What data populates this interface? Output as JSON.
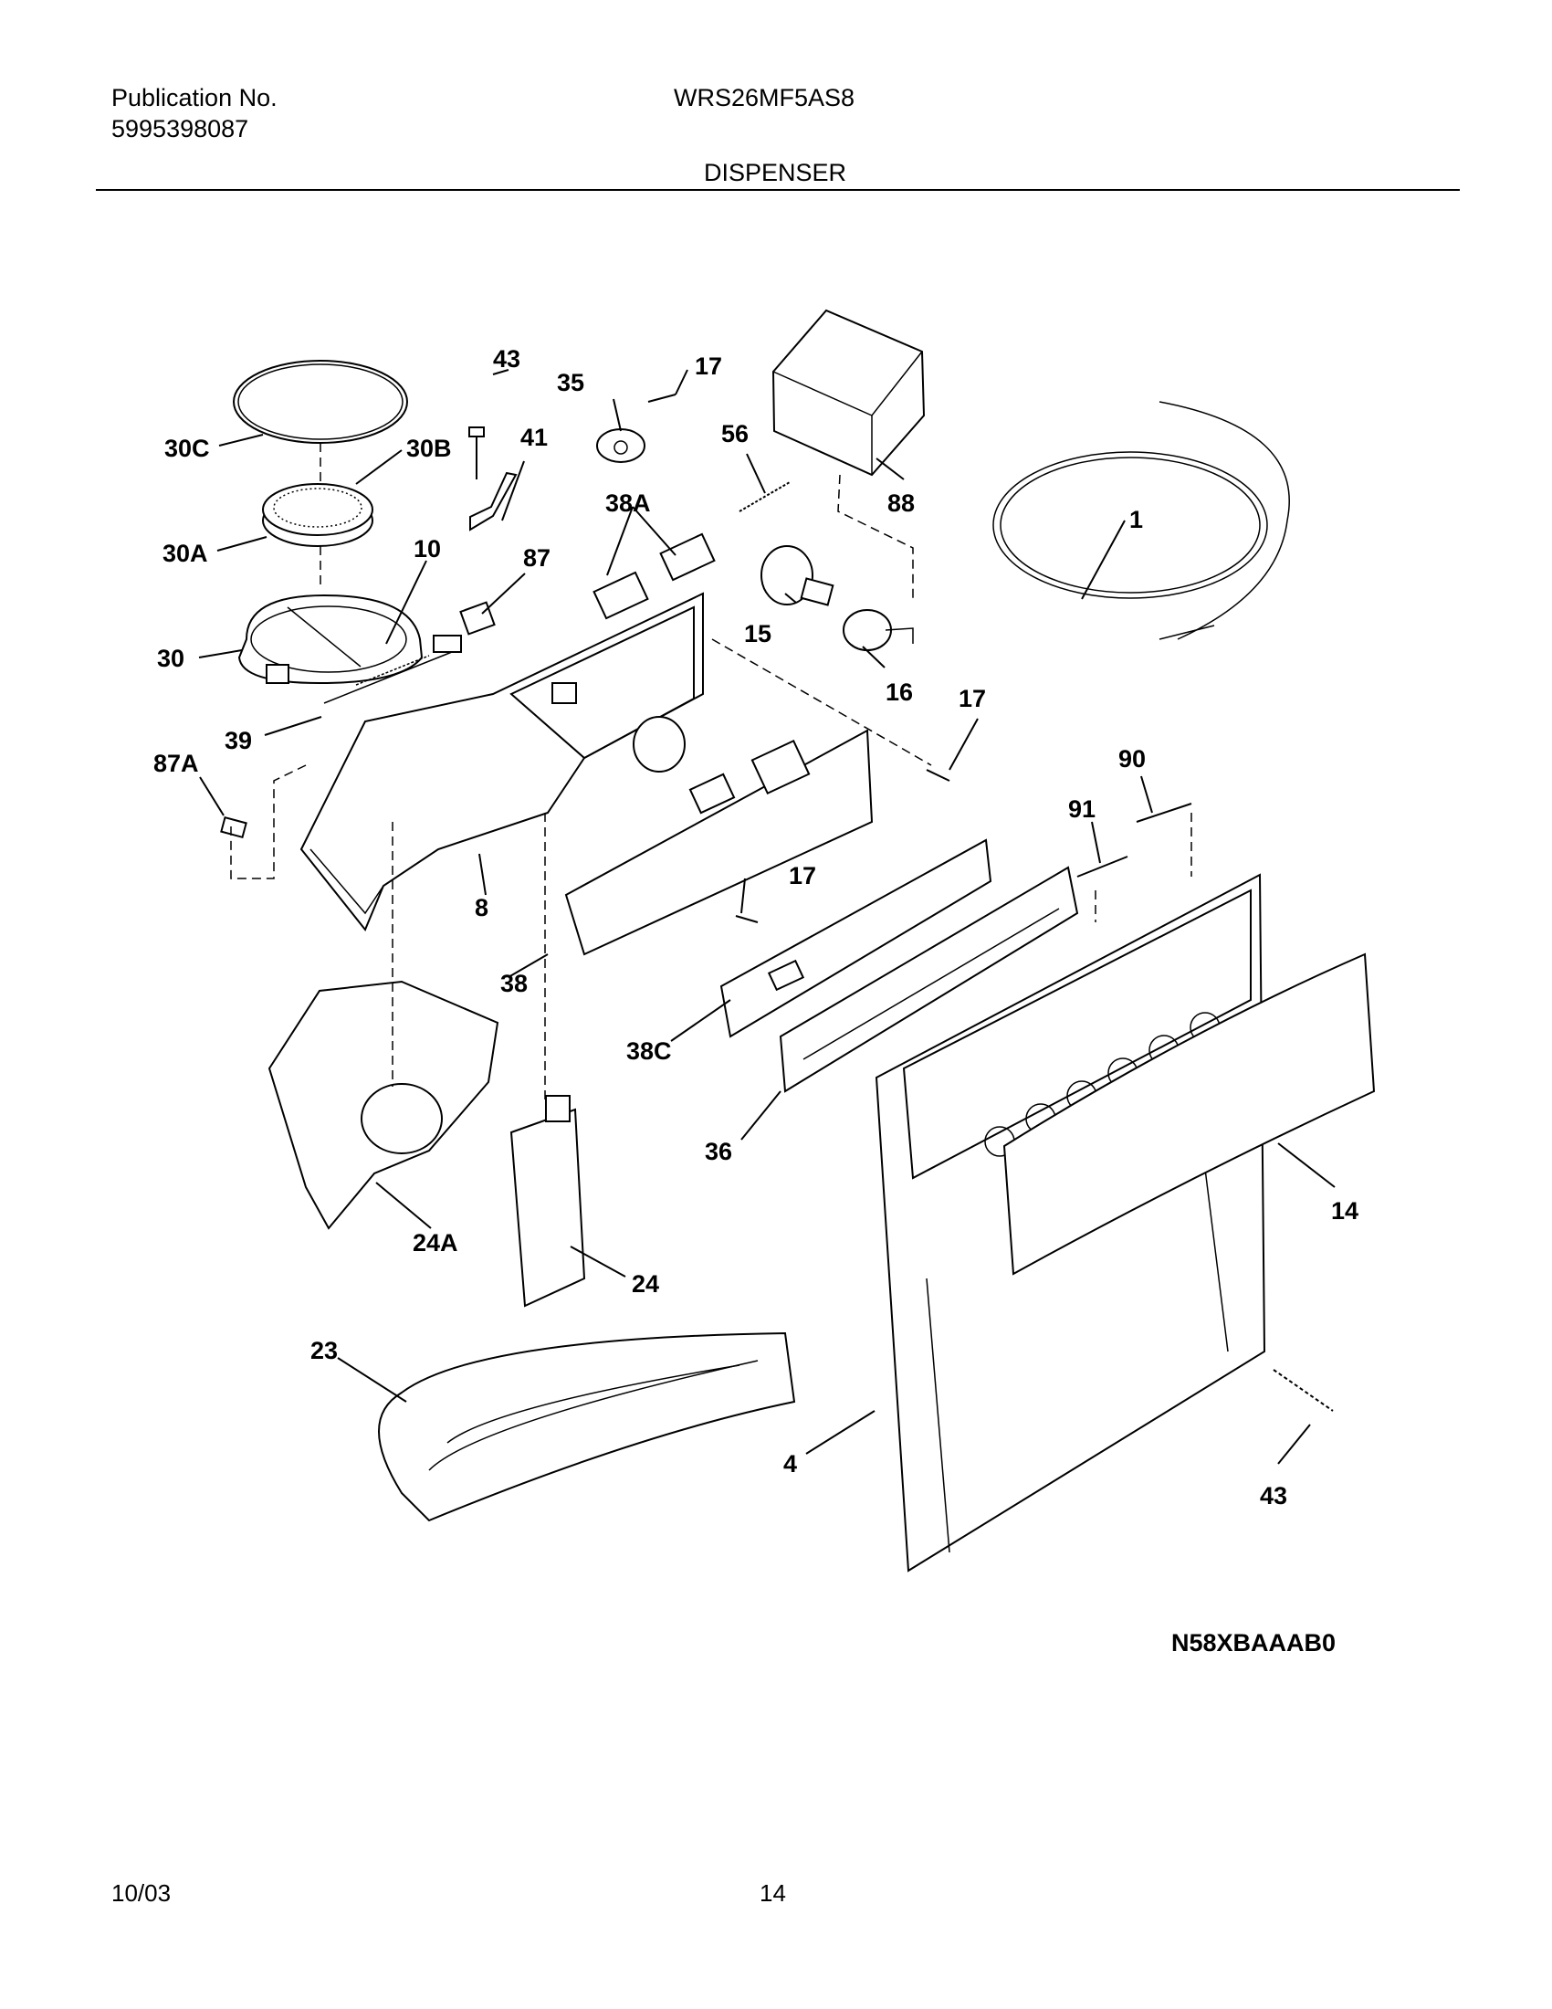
{
  "header": {
    "publication_label": "Publication No.",
    "publication_number": "5995398087",
    "model": "WRS26MF5AS8",
    "section_title": "DISPENSER"
  },
  "callouts": {
    "c43_top": "43",
    "c17_top": "17",
    "c35": "35",
    "c30c": "30C",
    "c30b": "30B",
    "c41": "41",
    "c56": "56",
    "c88": "88",
    "c38a": "38A",
    "c30a": "30A",
    "c10": "10",
    "c87": "87",
    "c1": "1",
    "c15": "15",
    "c30": "30",
    "c16": "16",
    "c17_mid": "17",
    "c39": "39",
    "c87a": "87A",
    "c90": "90",
    "c91": "91",
    "c17_low": "17",
    "c8": "8",
    "c38": "38",
    "c38c": "38C",
    "c36": "36",
    "c24a": "24A",
    "c14": "14",
    "c24": "24",
    "c23": "23",
    "c4": "4",
    "c43_bottom": "43"
  },
  "diagram_code": "N58XBAAAB0",
  "footer": {
    "date": "10/03",
    "page": "14"
  }
}
